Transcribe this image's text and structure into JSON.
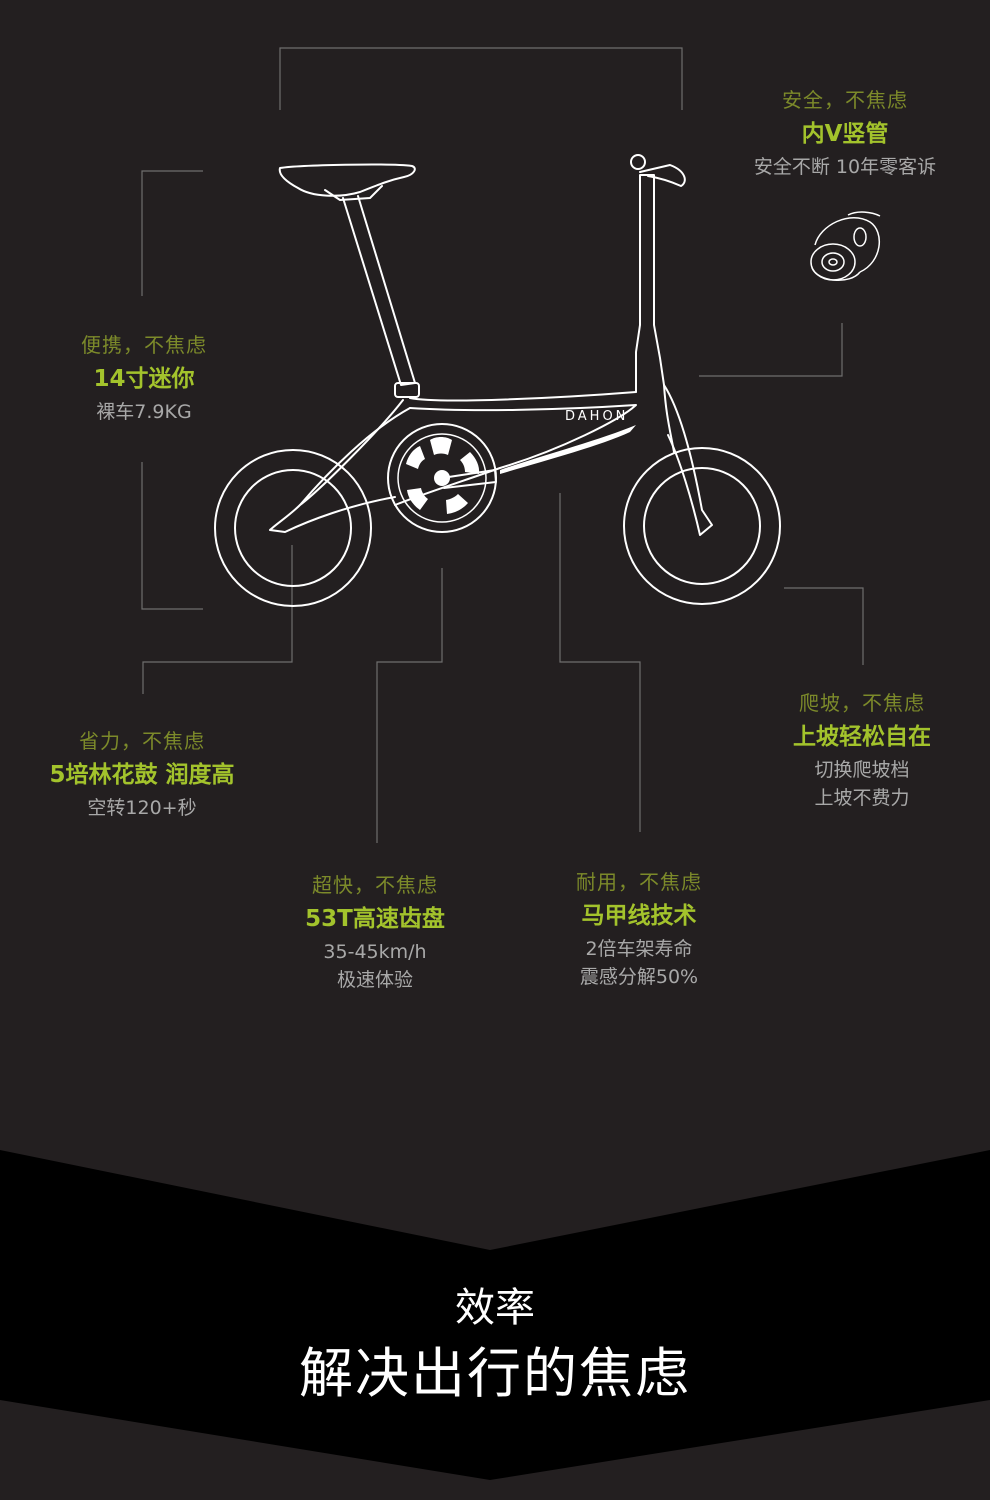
{
  "features": [
    {
      "key": "safety",
      "sub": "安全，不焦虑",
      "head": "内V竖管",
      "desc": [
        "安全不断 10年零客诉"
      ]
    },
    {
      "key": "portable",
      "sub": "便携，不焦虑",
      "head": "14寸迷你",
      "desc": [
        "裸车7.9KG"
      ]
    },
    {
      "key": "effort",
      "sub": "省力，不焦虑",
      "head": "5培林花鼓 润度高",
      "desc": [
        "空转120+秒"
      ]
    },
    {
      "key": "speed",
      "sub": "超快，不焦虑",
      "head": "53T高速齿盘",
      "desc": [
        "35-45km/h",
        "极速体验"
      ]
    },
    {
      "key": "durable",
      "sub": "耐用，不焦虑",
      "head": "马甲线技术",
      "desc": [
        "2倍车架寿命",
        "震感分解50%"
      ]
    },
    {
      "key": "climb",
      "sub": "爬坡，不焦虑",
      "head": "上坡轻松自在",
      "desc": [
        "切换爬坡档",
        "上坡不费力"
      ]
    }
  ],
  "bike": {
    "brand": "DAHON"
  },
  "bottom": {
    "subtitle": "效率",
    "title": "解决出行的焦虑"
  },
  "colors": {
    "background": "#231f20",
    "accent": "#a3c32c",
    "accent_dim": "#7c8a2a",
    "line": "#6e6e6e"
  }
}
